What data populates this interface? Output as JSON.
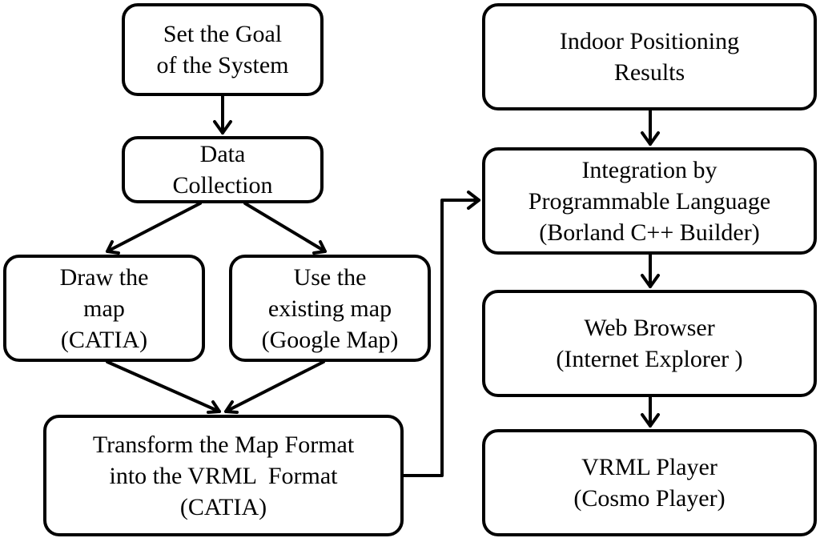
{
  "boxes": {
    "goal": [
      "Set the Goal",
      "of the System"
    ],
    "data_collection": [
      "Data",
      "Collection"
    ],
    "draw_map": [
      "Draw the",
      "map",
      "(CATIA)"
    ],
    "existing_map": [
      "Use the",
      "existing map",
      "(Google Map)"
    ],
    "transform": [
      "Transform the Map Format",
      "into the VRML  Format",
      "(CATIA)"
    ],
    "indoor": [
      "Indoor Positioning",
      "Results"
    ],
    "integration": [
      "Integration by",
      "Programmable Language",
      "(Borland C++ Builder)"
    ],
    "browser": [
      "Web Browser",
      "(Internet Explorer )"
    ],
    "vrml_player": [
      "VRML Player",
      "(Cosmo Player)"
    ]
  },
  "colors": {
    "stroke": "#000000",
    "fill": "#ffffff"
  }
}
